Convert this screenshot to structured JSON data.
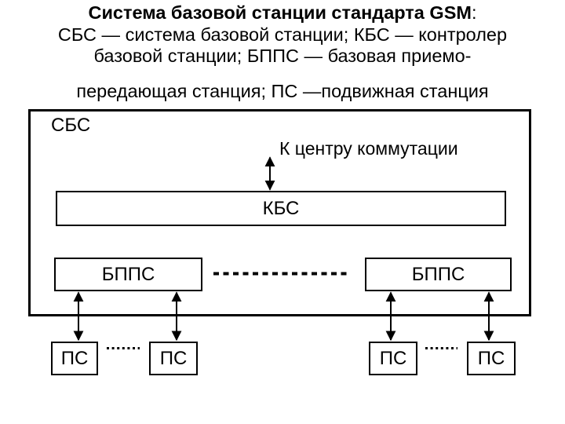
{
  "caption": {
    "line1_bold": "Система базовой станции стандарта GSM",
    "line1_tail": ":",
    "line2": "СБС — система базовой станции; КБС — контролер",
    "line3": "базовой станции; БППС — базовая приемо-",
    "line4": "передающая станция; ПС —подвижная станция"
  },
  "diagram": {
    "outer_label": "СБС",
    "link_label": "К центру коммутации",
    "controller_label": "КБС",
    "bts_label": "БППС",
    "ms_label": "ПС",
    "colors": {
      "line": "#000000",
      "background": "#ffffff"
    }
  }
}
